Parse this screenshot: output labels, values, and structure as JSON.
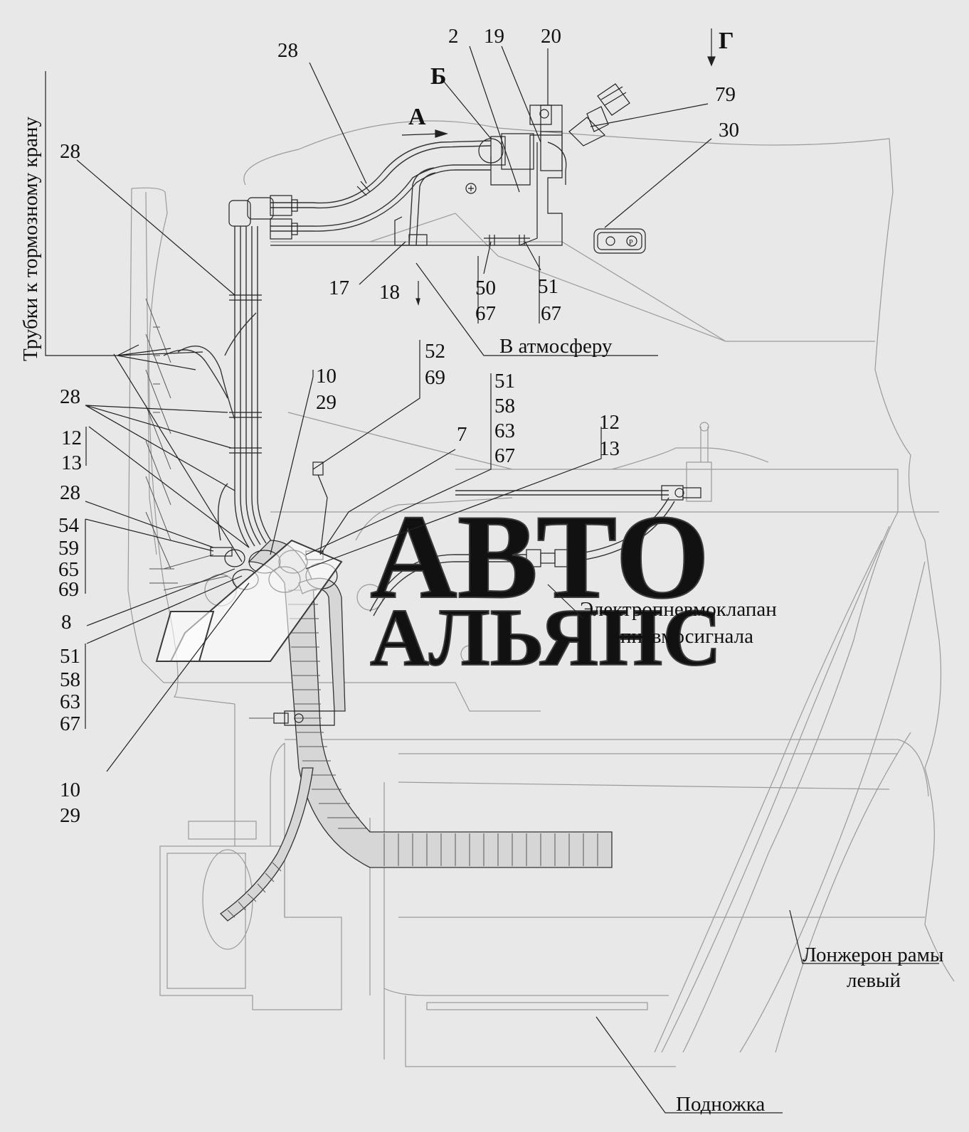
{
  "arrow_a": "А",
  "arrow_g": "Г",
  "view_b": "Б",
  "vertical_note": "Трубки к тормозному крану",
  "to_atmosphere": "В атмосферу",
  "valve_label_line1": "Электропневмоклапан",
  "valve_label_line2": "пневмосигнала",
  "frame_label_line1": "Лонжерон рамы",
  "frame_label_line2": "левый",
  "step_label": "Подножка",
  "watermark_line1": "АВТО",
  "watermark_line2": "АЛЬЯНС",
  "callouts": {
    "c2": "2",
    "c19": "19",
    "c20": "20",
    "c28_top": "28",
    "c79": "79",
    "c30": "30",
    "c28_left": "28",
    "c17": "17",
    "c18": "18",
    "c50": "50",
    "c67_a": "67",
    "c51_a": "51",
    "c67_b": "67",
    "c52": "52",
    "c69_a": "69",
    "c10_a": "10",
    "c29_a": "29",
    "c51_b": "51",
    "c58_a": "58",
    "c63_a": "63",
    "c67_c": "67",
    "c28_mid": "28",
    "c12_a": "12",
    "c13_a": "13",
    "c7": "7",
    "c12_b": "12",
    "c13_b": "13",
    "c28_low": "28",
    "c54": "54",
    "c59": "59",
    "c65": "65",
    "c69_b": "69",
    "c8": "8",
    "c51_c": "51",
    "c58_b": "58",
    "c63_b": "63",
    "c67_d": "67",
    "c10_b": "10",
    "c29_b": "29"
  }
}
